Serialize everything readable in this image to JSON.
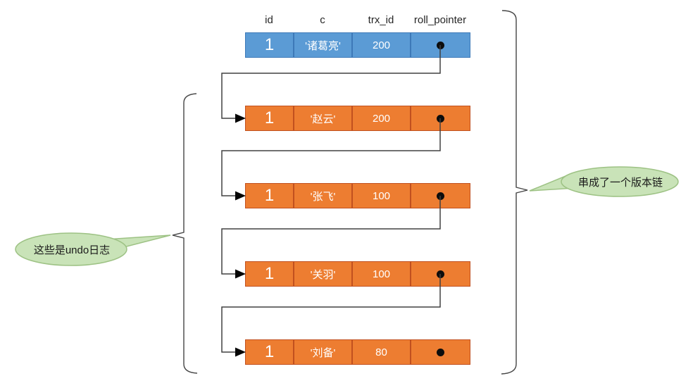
{
  "diagram": {
    "title_hint": "MySQL MVCC version chain with undo logs",
    "columns": [
      "id",
      "c",
      "trx_id",
      "roll_pointer"
    ],
    "rows": [
      {
        "id": "1",
        "c": "'诸葛亮'",
        "trx_id": "200",
        "roll_pointer": "dot",
        "type": "current"
      },
      {
        "id": "1",
        "c": "'赵云'",
        "trx_id": "200",
        "roll_pointer": "dot",
        "type": "undo"
      },
      {
        "id": "1",
        "c": "'张飞'",
        "trx_id": "100",
        "roll_pointer": "dot",
        "type": "undo"
      },
      {
        "id": "1",
        "c": "'关羽'",
        "trx_id": "100",
        "roll_pointer": "dot",
        "type": "undo"
      },
      {
        "id": "1",
        "c": "'刘备'",
        "trx_id": "80",
        "roll_pointer": "dot",
        "type": "undo"
      }
    ],
    "callouts": {
      "left": "这些是undo日志",
      "right": "串成了一个版本链"
    }
  },
  "colors": {
    "row_blue": "#5B9BD5",
    "row_blue_border": "#3D79B8",
    "row_orange": "#ED7D31",
    "row_orange_border": "#C1501F",
    "bubble_fill": "#C9E3B8",
    "bubble_border": "#9DC284",
    "connector": "#404040",
    "bracket": "#454545",
    "text_light": "#FFFFFF",
    "text_dark": "#262626"
  }
}
